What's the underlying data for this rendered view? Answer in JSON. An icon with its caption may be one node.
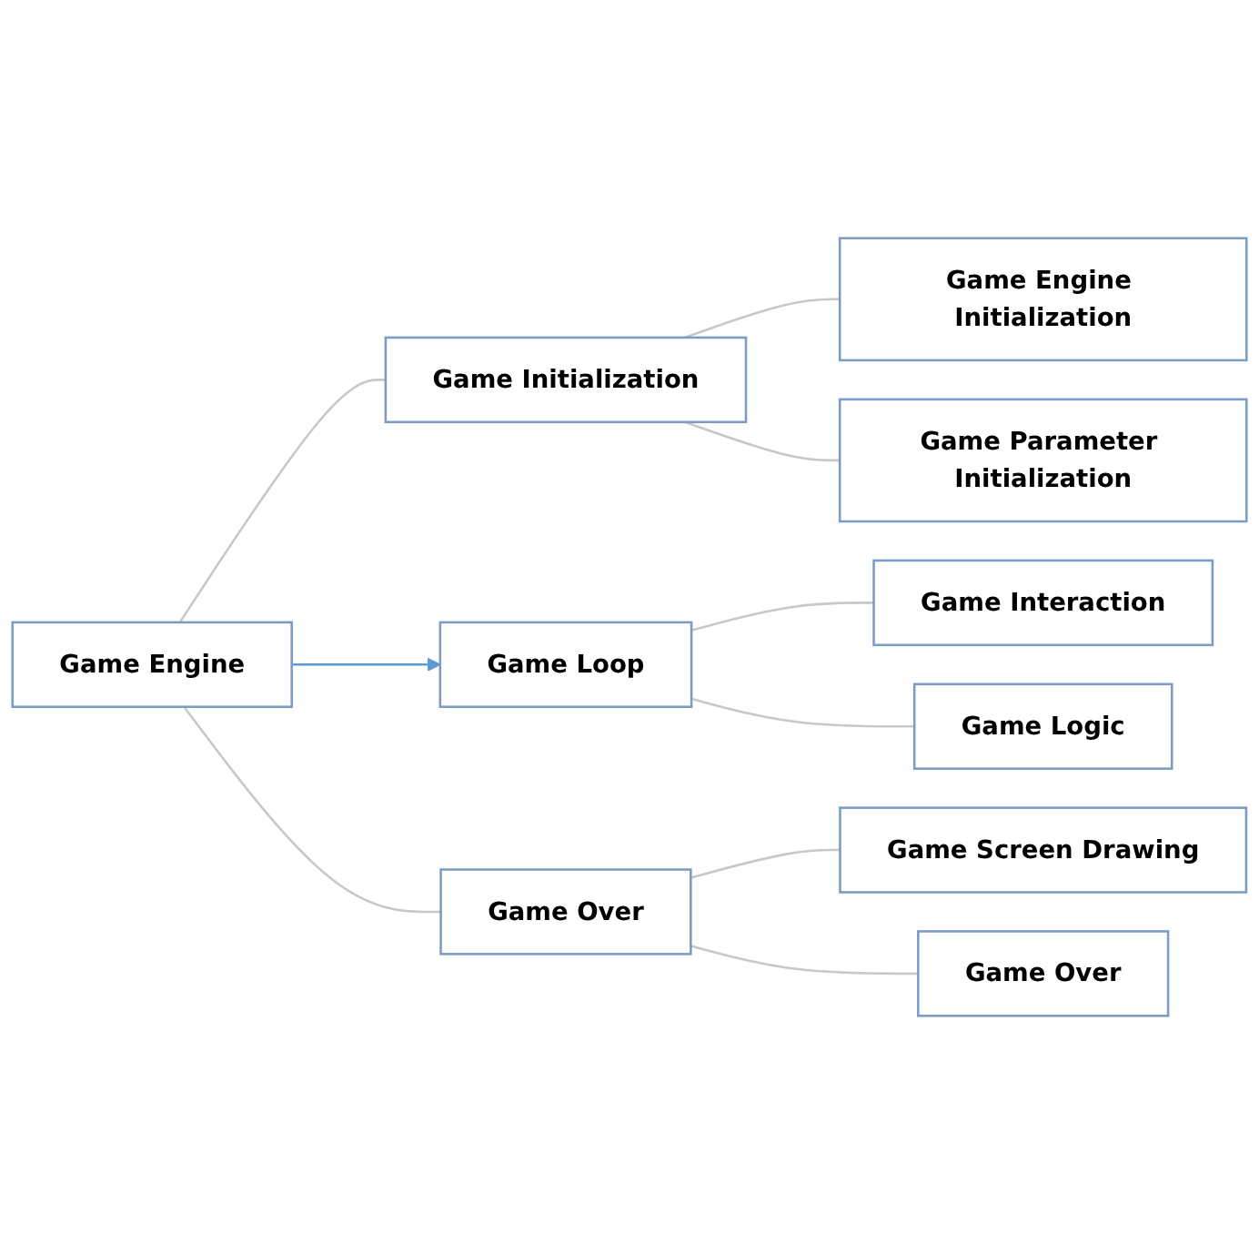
{
  "diagram": {
    "nodes": [
      {
        "text": [
          "Game Engine"
        ]
      },
      {
        "text": [
          "Game Initialization"
        ]
      },
      {
        "text": [
          "Game Loop"
        ]
      },
      {
        "text": [
          "Game Over"
        ]
      },
      {
        "text": [
          "Game Engine Initialization"
        ]
      },
      {
        "text": [
          "Game Parameter Initialization"
        ]
      },
      {
        "text": [
          "Game Interaction"
        ]
      },
      {
        "text": [
          "Game Logic"
        ]
      },
      {
        "text": [
          "Game Screen Drawing"
        ]
      },
      {
        "text": [
          "Game Over"
        ]
      }
    ],
    "edges": [
      {
        "from": 0,
        "to": 1,
        "arrow": "none"
      },
      {
        "from": 0,
        "to": 2,
        "arrow": "to",
        "color": "#5b9bd5"
      },
      {
        "from": 0,
        "to": 3,
        "arrow": "none"
      },
      {
        "from": 1,
        "to": 4,
        "arrow": "none"
      },
      {
        "from": 1,
        "to": 5,
        "arrow": "none"
      },
      {
        "from": 2,
        "to": 6,
        "arrow": "none"
      },
      {
        "from": 2,
        "to": 7,
        "arrow": "none"
      },
      {
        "from": 3,
        "to": 8,
        "arrow": "none"
      },
      {
        "from": 3,
        "to": 9,
        "arrow": "none"
      }
    ]
  }
}
